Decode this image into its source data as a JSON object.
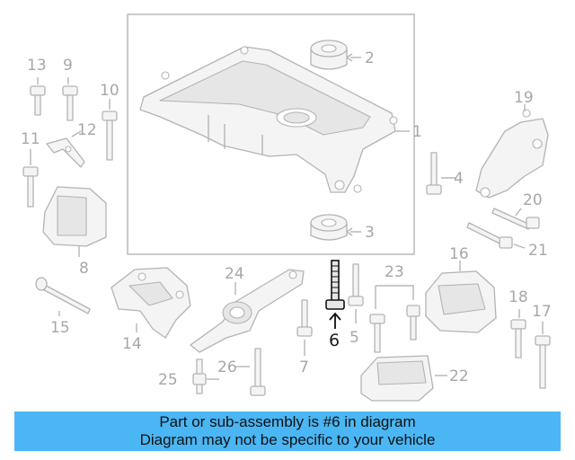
{
  "diagram": {
    "callouts": [
      "1",
      "2",
      "3",
      "4",
      "5",
      "6",
      "7",
      "8",
      "9",
      "10",
      "11",
      "12",
      "13",
      "14",
      "15",
      "16",
      "17",
      "18",
      "19",
      "20",
      "21",
      "22",
      "23",
      "24",
      "25",
      "26"
    ],
    "highlighted_callout": "6",
    "colors": {
      "part_line": "#b3b3b3",
      "label": "#a7a7a7",
      "highlight": "#1a1a1a",
      "banner": "#4ab6f4"
    }
  },
  "banner": {
    "line1": "Part or sub-assembly is #6 in diagram",
    "line2": "Diagram may not be specific to your vehicle"
  }
}
